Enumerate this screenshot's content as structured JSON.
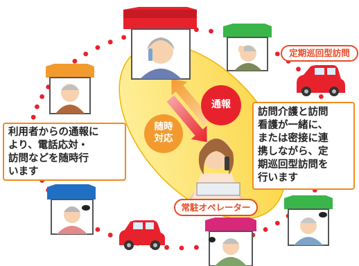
{
  "user_box": {
    "lines": [
      "利用者からの通報に",
      "より、電話応対・",
      "訪問などを随時行",
      "います"
    ]
  },
  "visit_box": {
    "lines": [
      "訪問介護と訪問",
      "看護が一緒に、",
      "または密接に連",
      "携しながら、定",
      "期巡回型訪問を",
      "行います"
    ]
  },
  "patrol_label": "定期巡回型訪問",
  "operator_label": "常駐オペレーター",
  "report_label": "通報",
  "respond_label": [
    "随時",
    "対応"
  ],
  "colors": {
    "dots": "#e8222d",
    "ellipse": "#fdd835",
    "box_border": "#f08a1c",
    "label_red": "#e84a24",
    "car": "#e8222d",
    "arrow_red": "#e8222d",
    "arrow_orange": "#f39a2f"
  }
}
